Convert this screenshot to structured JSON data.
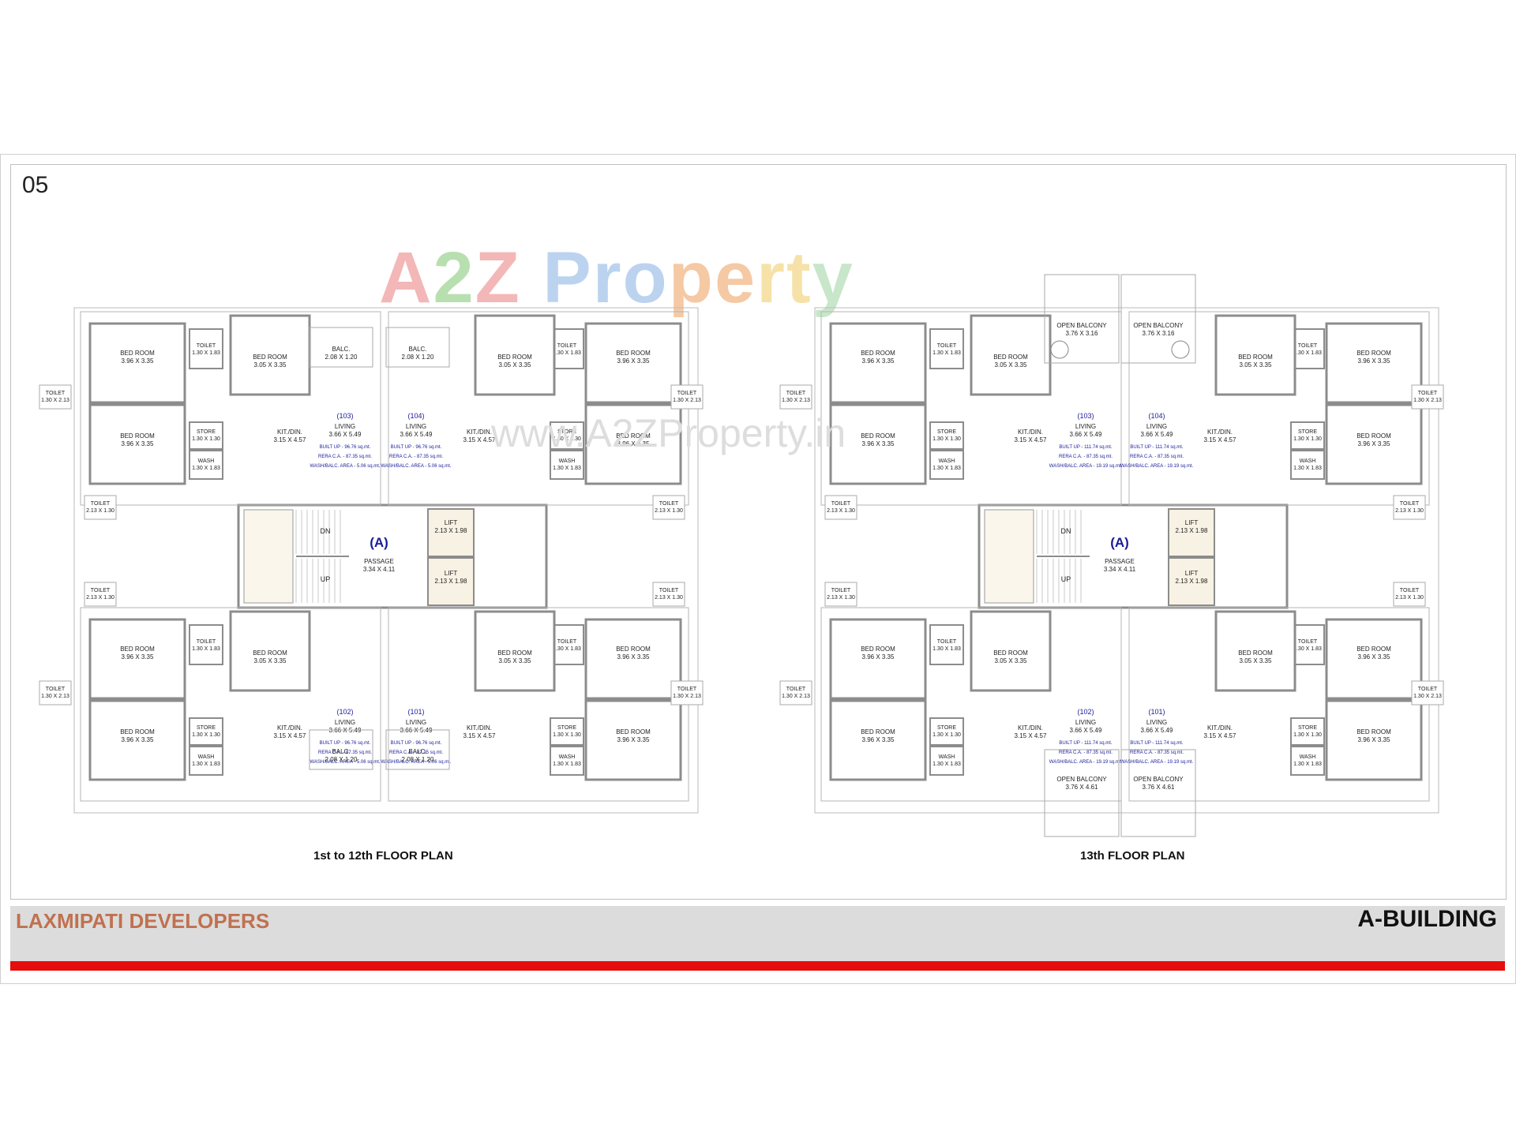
{
  "page_number": "05",
  "watermark": {
    "brand": "A2Z Property",
    "url": "www.A2ZProperty.in"
  },
  "footer": {
    "developer": "LAXMIPATI DEVELOPERS",
    "building": "A-BUILDING"
  },
  "colors": {
    "red_bar": "#e60d0d",
    "developer_text": "#c0714f",
    "footer_bg": "#dcdcdc",
    "unit_label": "#1a1a9a"
  },
  "plans": [
    {
      "title": "1st to 12th FLOOR PLAN",
      "core": {
        "block": "(A)",
        "passage": "PASSAGE",
        "passage_size": "3.34 X 4.11",
        "lift": "LIFT",
        "lift_size": "2.13 X 1.98",
        "dn": "DN",
        "up": "UP"
      },
      "balc": [
        {
          "label": "BALC.",
          "size": "2.08 X 1.20"
        },
        {
          "label": "BALC.",
          "size": "2.08 X 1.20"
        },
        {
          "label": "BALC.",
          "size": "2.08 X 1.20"
        },
        {
          "label": "BALC.",
          "size": "2.08 X 1.20"
        }
      ],
      "units": [
        {
          "no": "(103)",
          "living": "LIVING",
          "living_size": "3.66 X 5.49",
          "built_up": "BUILT UP - 96.76 sq.mt.",
          "rera": "RERA C.A. - 87.35 sq.mt.",
          "wash": "WASH/BALC. AREA - 5.06 sq.mt."
        },
        {
          "no": "(104)",
          "living": "LIVING",
          "living_size": "3.66 X 5.49",
          "built_up": "BUILT UP - 96.76 sq.mt.",
          "rera": "RERA C.A. - 87.35 sq.mt.",
          "wash": "WASH/BALC. AREA - 5.06 sq.mt."
        },
        {
          "no": "(102)",
          "living": "LIVING",
          "living_size": "3.66 X 5.49",
          "built_up": "BUILT UP - 96.76 sq.mt.",
          "rera": "RERA C.A. - 87.35 sq.mt.",
          "wash": "WASH/BALC. AREA - 5.06 sq.mt."
        },
        {
          "no": "(101)",
          "living": "LIVING",
          "living_size": "3.66 X 5.49",
          "built_up": "BUILT UP - 96.76 sq.mt.",
          "rera": "RERA C.A. - 87.35 sq.mt.",
          "wash": "WASH/BALC. AREA - 5.06 sq.mt."
        }
      ]
    },
    {
      "title": "13th FLOOR PLAN",
      "core": {
        "block": "(A)",
        "passage": "PASSAGE",
        "passage_size": "3.34 X 4.11",
        "lift": "LIFT",
        "lift_size": "2.13 X 1.98",
        "dn": "DN",
        "up": "UP"
      },
      "open_balcony": [
        {
          "label": "OPEN BALCONY",
          "size": "3.76 X 3.16"
        },
        {
          "label": "OPEN BALCONY",
          "size": "3.76 X 3.16"
        },
        {
          "label": "OPEN BALCONY",
          "size": "3.76 X 4.61"
        },
        {
          "label": "OPEN BALCONY",
          "size": "3.76 X 4.61"
        }
      ],
      "units": [
        {
          "no": "(103)",
          "living": "LIVING",
          "living_size": "3.66 X 5.49",
          "built_up": "BUILT UP - 111.74 sq.mt.",
          "rera": "RERA C.A. - 87.35 sq.mt.",
          "wash": "WASH/BALC. AREA - 19.19 sq.mt."
        },
        {
          "no": "(104)",
          "living": "LIVING",
          "living_size": "3.66 X 5.49",
          "built_up": "BUILT UP - 111.74 sq.mt.",
          "rera": "RERA C.A. - 87.35 sq.mt.",
          "wash": "WASH/BALC. AREA - 19.19 sq.mt."
        },
        {
          "no": "(102)",
          "living": "LIVING",
          "living_size": "3.66 X 5.49",
          "built_up": "BUILT UP - 111.74 sq.mt.",
          "rera": "RERA C.A. - 87.35 sq.mt.",
          "wash": "WASH/BALC. AREA - 19.19 sq.mt."
        },
        {
          "no": "(101)",
          "living": "LIVING",
          "living_size": "3.66 X 5.49",
          "built_up": "BUILT UP - 111.74 sq.mt.",
          "rera": "RERA C.A. - 87.35 sq.mt.",
          "wash": "WASH/BALC. AREA - 19.19 sq.mt."
        }
      ]
    }
  ],
  "rooms": {
    "bed_room": "BED ROOM",
    "bed_a": "3.96 X 3.35",
    "bed_b": "3.05 X 3.35",
    "toilet": "TOILET",
    "toilet_a": "1.30 X 1.83",
    "toilet_b": "1.30 X 2.13",
    "toilet_c": "2.13 X 1.30",
    "kit": "KIT./DIN.",
    "kit_size": "3.15 X 4.57",
    "store": "STORE",
    "store_size": "1.30 X 1.30",
    "wash": "WASH",
    "wash_size": "1.30 X 1.83"
  }
}
